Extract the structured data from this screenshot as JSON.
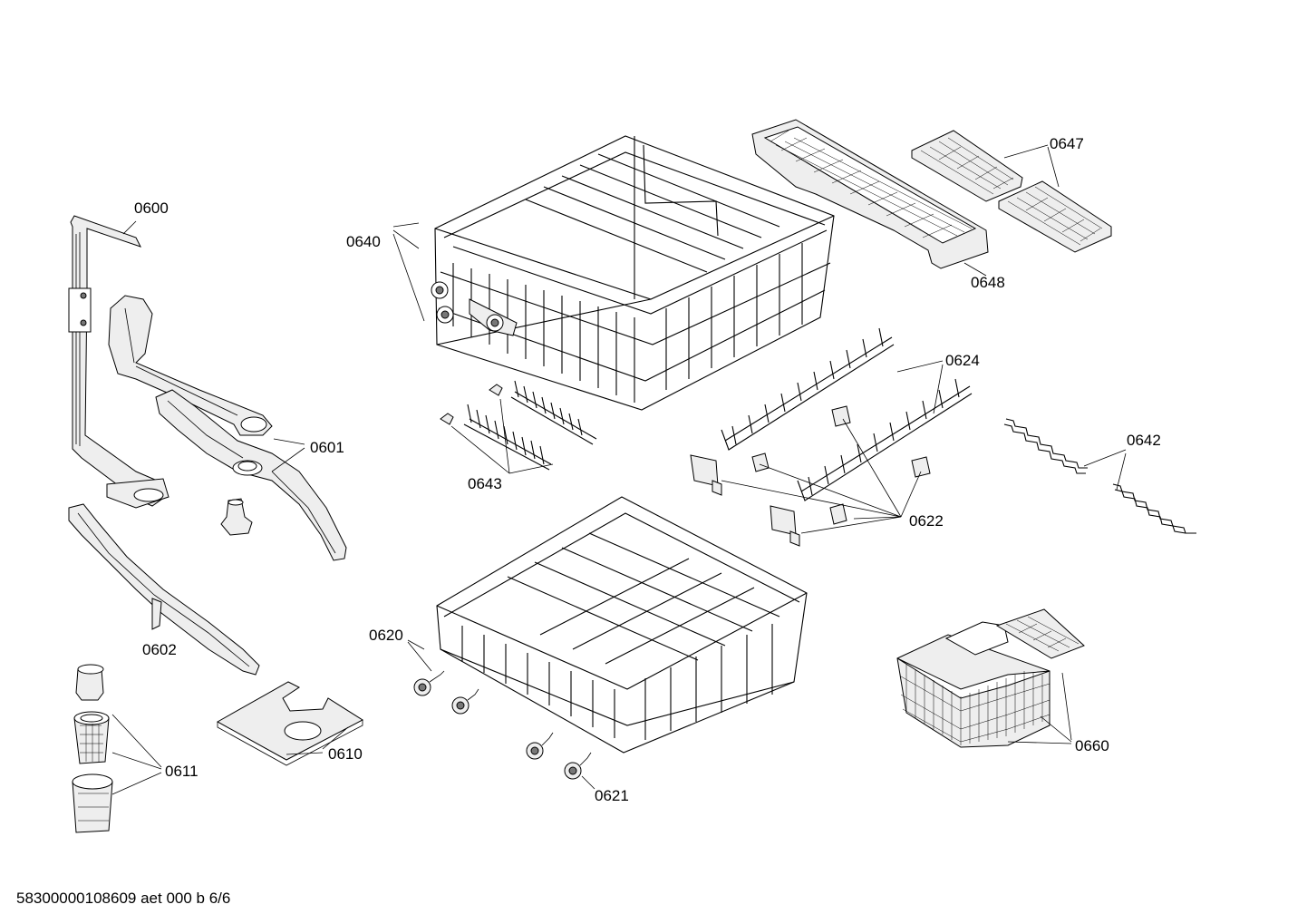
{
  "labels": {
    "p0600": "0600",
    "p0601": "0601",
    "p0602": "0602",
    "p0610": "0610",
    "p0611": "0611",
    "p0620": "0620",
    "p0621": "0621",
    "p0622": "0622",
    "p0624": "0624",
    "p0640": "0640",
    "p0642": "0642",
    "p0643": "0643",
    "p0647": "0647",
    "p0648": "0648",
    "p0660": "0660"
  },
  "footer": {
    "code": "58300000108609 aet 000 b 6/6"
  }
}
